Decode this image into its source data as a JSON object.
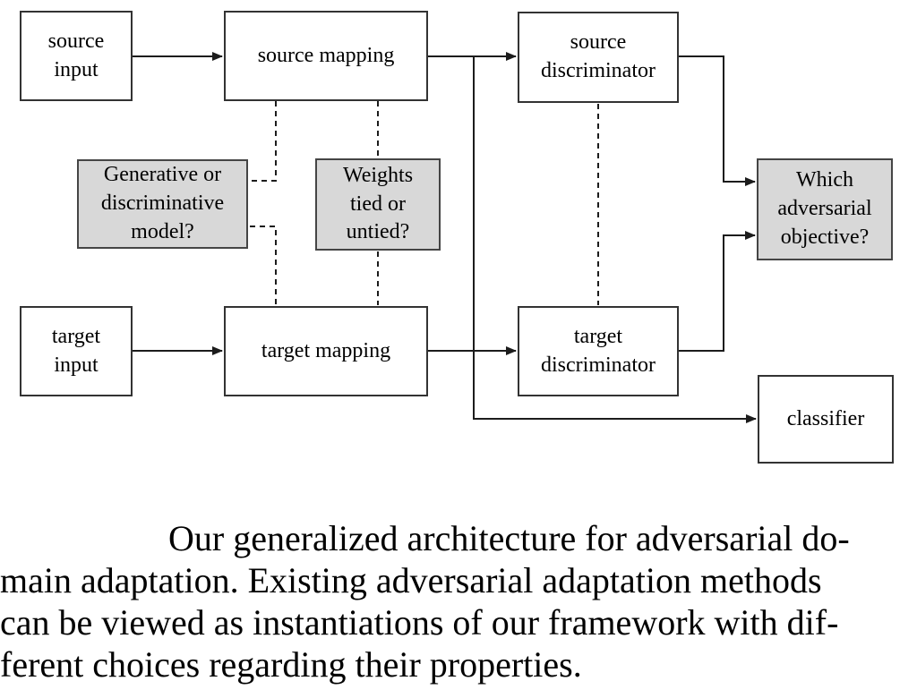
{
  "diagram": {
    "nodes": {
      "source_input": {
        "label": "source\ninput"
      },
      "source_mapping": {
        "label": "source mapping"
      },
      "source_discriminator": {
        "label": "source\ndiscriminator"
      },
      "gen_disc_model": {
        "label": "Generative or\ndiscriminative\nmodel?"
      },
      "weights_tied": {
        "label": "Weights\ntied or\nuntied?"
      },
      "which_adv_objective": {
        "label": "Which\nadversarial\nobjective?"
      },
      "target_input": {
        "label": "target\ninput"
      },
      "target_mapping": {
        "label": "target mapping"
      },
      "target_discriminator": {
        "label": "target\ndiscriminator"
      },
      "classifier": {
        "label": "classifier"
      }
    },
    "colors": {
      "question_box_fill": "#d8d8d8",
      "process_box_fill": "#ffffff",
      "box_border": "#333333",
      "line": "#1c1c1c"
    }
  },
  "caption": {
    "line1": "Our generalized architecture for adversarial do-",
    "line2": "main adaptation. Existing adversarial adaptation methods",
    "line3": "can be viewed as instantiations of our framework with dif-",
    "line4": "ferent choices regarding their properties."
  }
}
